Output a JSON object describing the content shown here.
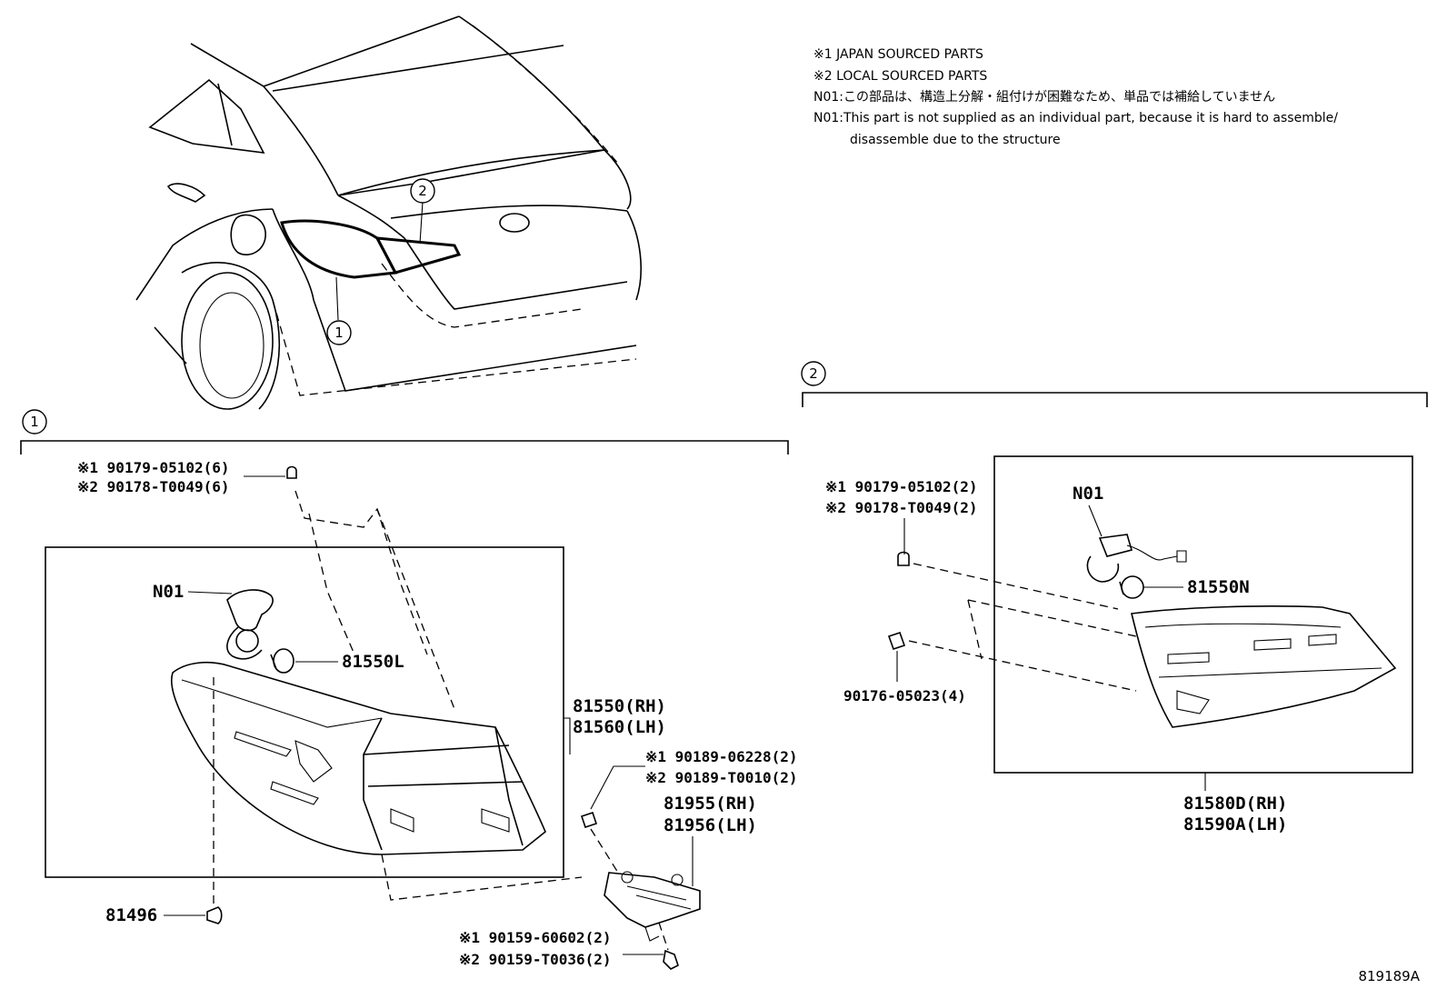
{
  "notes": {
    "line1": "※1 JAPAN SOURCED PARTS",
    "line2": "※2 LOCAL SOURCED PARTS",
    "line3": "N01:この部品は、構造上分解・組付けが困難なため、単品では補給していません",
    "line4": "N01:This part is not supplied as an individual part, because it is hard to assemble/",
    "line5": "disassemble due to the structure"
  },
  "callouts": {
    "c1": "1",
    "c2": "2"
  },
  "section1": {
    "screw_a1": "※1 90179-05102(6)",
    "screw_a2": "※2 90178-T0049(6)",
    "n01": "N01",
    "bulb": "81550L",
    "lamp_rh": "81550(RH)",
    "lamp_lh": "81560(LH)",
    "nut_b1": "※1 90189-06228(2)",
    "nut_b2": "※2 90189-T0010(2)",
    "bracket_rh": "81955(RH)",
    "bracket_lh": "81956(LH)",
    "clip": "81496",
    "screw_c1": "※1 90159-60602(2)",
    "screw_c2": "※2 90159-T0036(2)"
  },
  "section2": {
    "screw_a1": "※1 90179-05102(2)",
    "screw_a2": "※2 90178-T0049(2)",
    "n01": "N01",
    "bulb": "81550N",
    "nut": "90176-05023(4)",
    "lamp_rh": "81580D(RH)",
    "lamp_lh": "81590A(LH)"
  },
  "figure_id": "819189A"
}
